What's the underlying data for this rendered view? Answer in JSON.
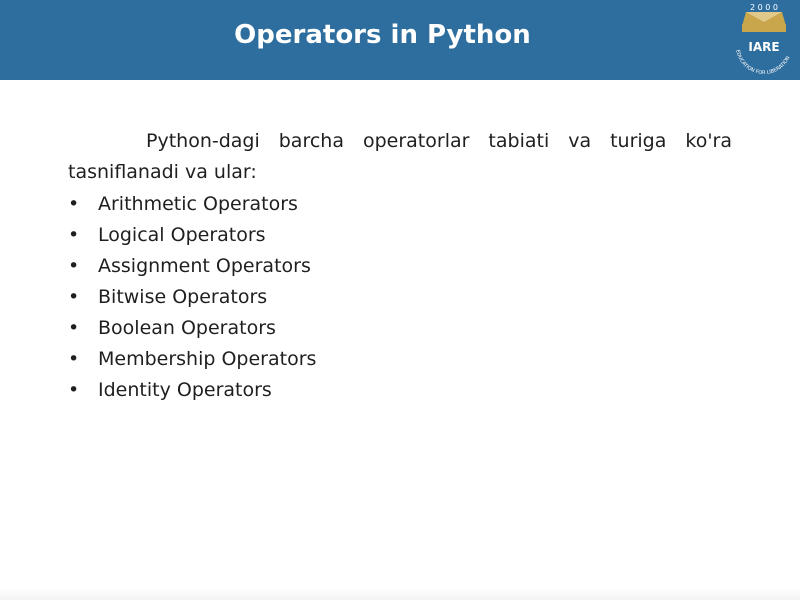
{
  "slide": {
    "title": "Operators in Python",
    "intro": "Python-dagi barcha operatorlar tabiati va turiga ko'ra tasniflanadi va ular:",
    "bullet_glyph": "•",
    "items": [
      "Arithmetic Operators",
      "Logical Operators",
      "Assignment Operators",
      "Bitwise Operators",
      "Boolean Operators",
      "Membership Operators",
      "Identity Operators"
    ]
  },
  "logo": {
    "year": "2 0 0 0",
    "name": "IARE",
    "motto": "EDUCATION FOR LIBERATION"
  },
  "colors": {
    "header": "#2e6e9e",
    "logo_gold": "#c9a54b",
    "text": "#1f1f1f"
  }
}
